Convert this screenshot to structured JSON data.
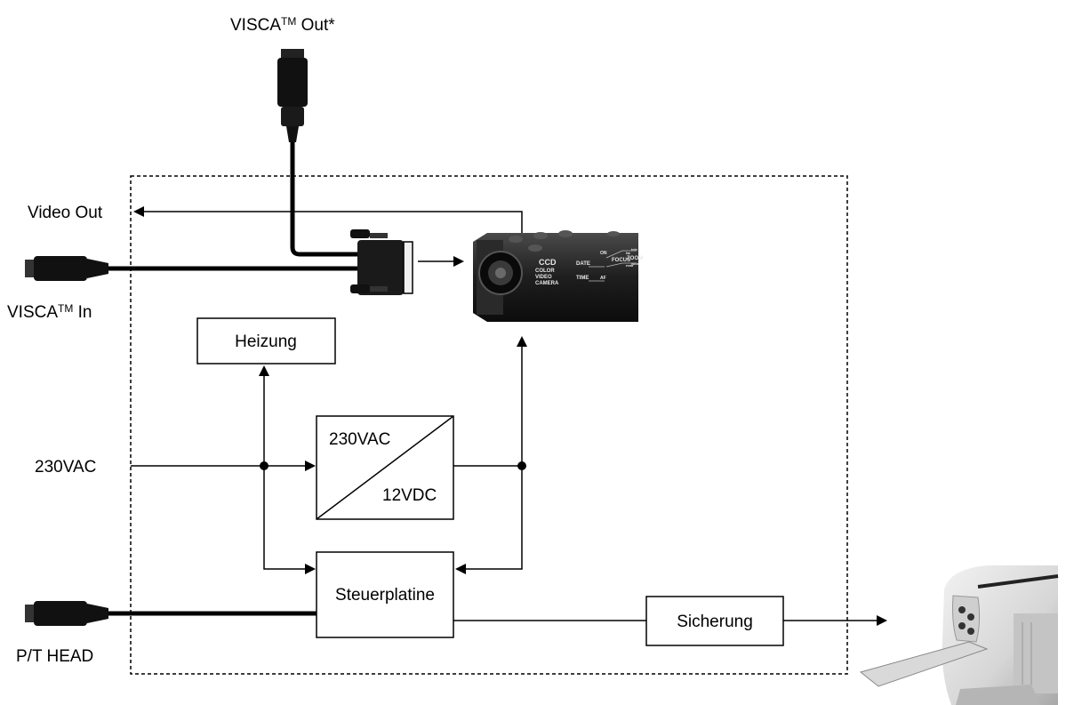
{
  "labels": {
    "visca_out": "VISCA",
    "visca_out_tm": "TM",
    "visca_out_suffix": " Out*",
    "video_out": "Video Out",
    "visca_in": "VISCA",
    "visca_in_tm": "TM",
    "visca_in_suffix": " In",
    "power_in": "230VAC",
    "pt_head": "P/T HEAD"
  },
  "boxes": {
    "heater": "Heizung",
    "converter_in": "230VAC",
    "converter_out": "12VDC",
    "control_board": "Steuerplatine",
    "fuse": "Sicherung"
  },
  "camera": {
    "line1": "CCD",
    "line2": "COLOR",
    "line3": "VIDEO",
    "line4": "CAMERA",
    "date": "DATE",
    "time": "TIME",
    "on": "ON",
    "af": "AF",
    "focus": "FOCUS",
    "far": "far",
    "near": "near",
    "zoom": "ZOOM",
    "tele": "tele",
    "wide": "wide"
  }
}
